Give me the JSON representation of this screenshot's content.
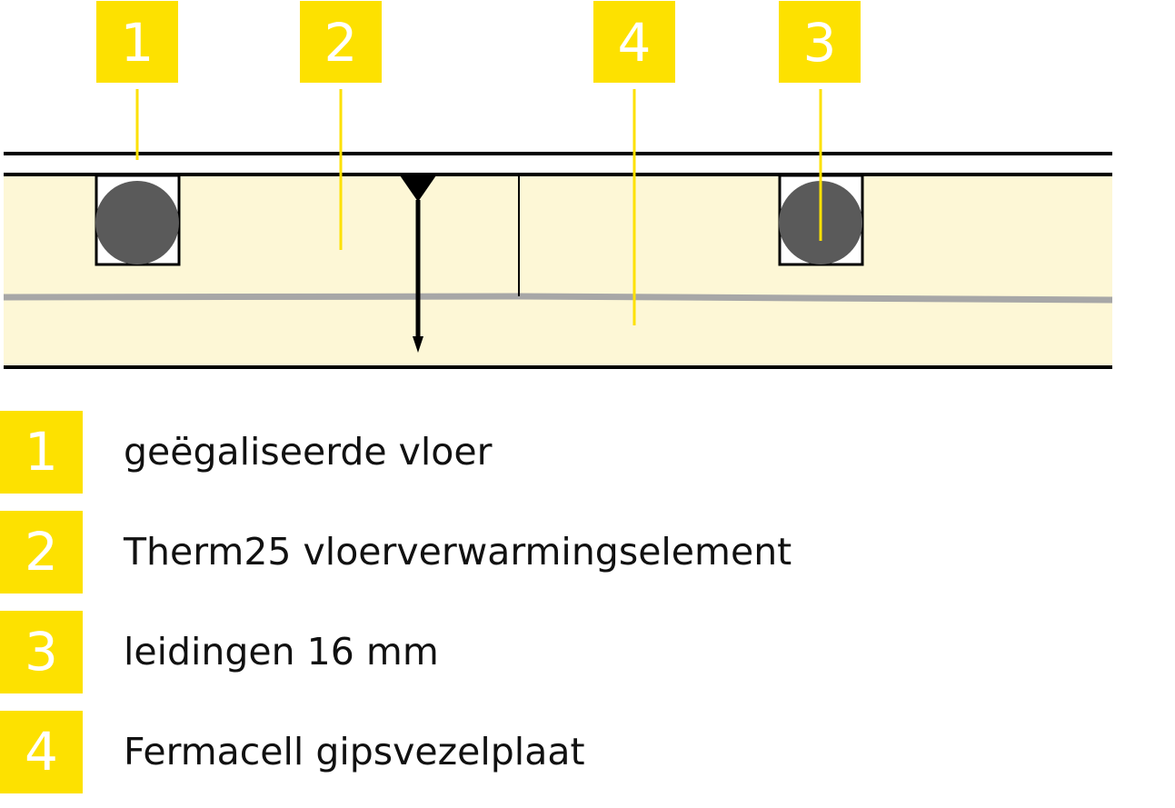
{
  "colors": {
    "badge": "#fde100",
    "badge_text": "#ffffff",
    "layer_fill": "#fdf7d6",
    "pipe": "#5a5a5a",
    "gray_line": "#a7a7a7",
    "line": "#000000"
  },
  "diagram": {
    "callouts": [
      {
        "number": "1"
      },
      {
        "number": "2"
      },
      {
        "number": "4"
      },
      {
        "number": "3"
      }
    ]
  },
  "legend": [
    {
      "number": "1",
      "label": "geëgaliseerde vloer"
    },
    {
      "number": "2",
      "label": "Therm25 vloerverwarmingselement"
    },
    {
      "number": "3",
      "label": "leidingen 16 mm"
    },
    {
      "number": "4",
      "label": "Fermacell gipsvezelplaat"
    }
  ]
}
